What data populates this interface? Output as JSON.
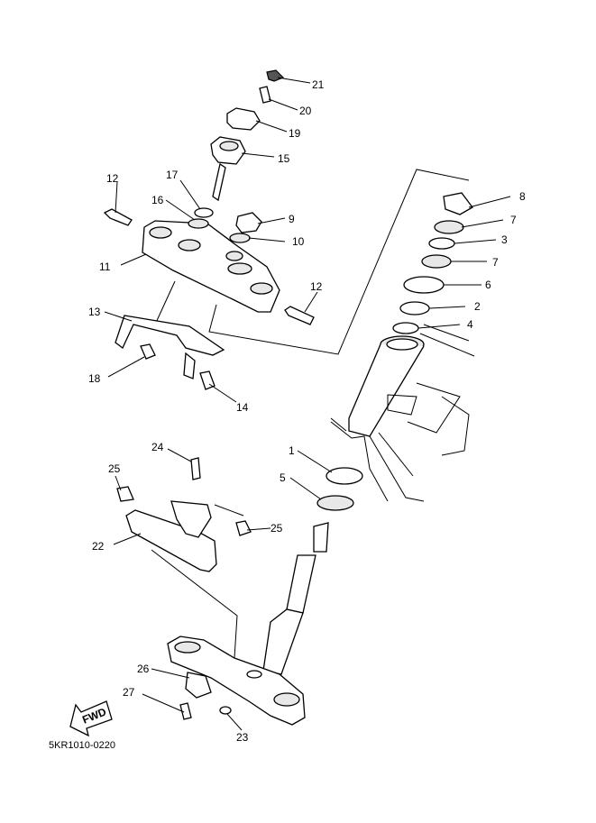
{
  "diagram": {
    "code": "5KR1010-0220",
    "fwd": "FWD",
    "labels": {
      "l1": "1",
      "l2": "2",
      "l3": "3",
      "l4": "4",
      "l5": "5",
      "l6": "6",
      "l7a": "7",
      "l7b": "7",
      "l8": "8",
      "l9": "9",
      "l10": "10",
      "l11": "11",
      "l12a": "12",
      "l12b": "12",
      "l13": "13",
      "l14": "14",
      "l15": "15",
      "l16": "16",
      "l17": "17",
      "l18": "18",
      "l19": "19",
      "l20": "20",
      "l21": "21",
      "l22": "22",
      "l23": "23",
      "l24": "24",
      "l25a": "25",
      "l25b": "25",
      "l26": "26",
      "l27": "27"
    }
  }
}
